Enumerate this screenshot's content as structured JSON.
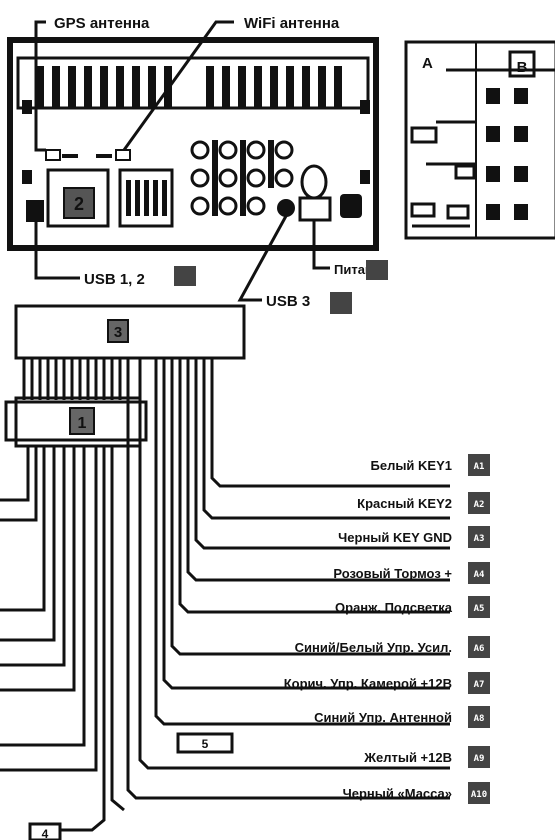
{
  "antennas": {
    "gps": "GPS антенна",
    "wifi": "WiFi антенна"
  },
  "usb": {
    "usb12": "USB 1, 2",
    "usb3": "USB 3"
  },
  "power_label": "Питание",
  "boxes": {
    "b1": "1",
    "b2": "2",
    "b3": "3",
    "b4": "4",
    "b5": "5"
  },
  "table": {
    "col_a": "A",
    "col_b": "B"
  },
  "wires": [
    {
      "label": "Белый KEY1",
      "code": "A1"
    },
    {
      "label": "Красный KEY2",
      "code": "A2"
    },
    {
      "label": "Черный KEY GND",
      "code": "A3"
    },
    {
      "label": "Розовый Тормоз +",
      "code": "A4"
    },
    {
      "label": "Оранж. Подсветка",
      "code": "A5"
    },
    {
      "label": "Синий/Белый Упр. Усил.",
      "code": "A6"
    },
    {
      "label": "Корич. Упр. Камерой +12В",
      "code": "A7"
    },
    {
      "label": "Синий Упр. Антенной",
      "code": "A8"
    },
    {
      "label": "Желтый +12В",
      "code": "A9"
    },
    {
      "label": "Черный «Масса»",
      "code": "A10"
    }
  ]
}
